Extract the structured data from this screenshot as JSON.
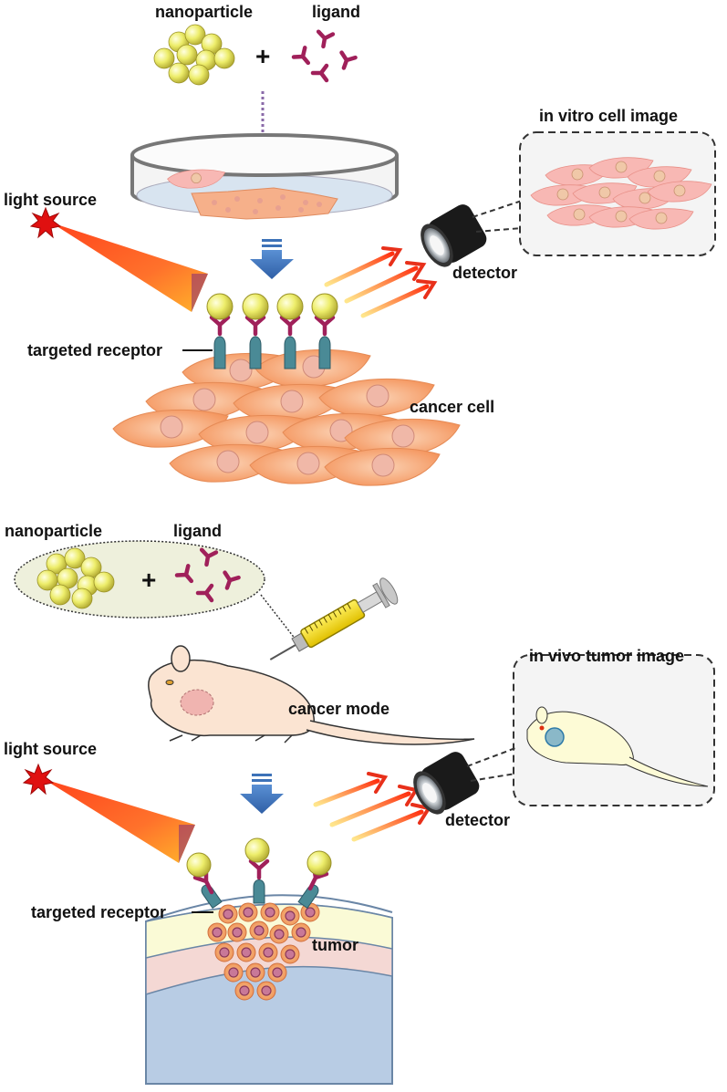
{
  "top": {
    "nanoparticle_label": "nanoparticle",
    "ligand_label": "ligand",
    "plus": "+",
    "light_source_label": "light source",
    "detector_label": "detector",
    "inset_title": "in vitro cell image",
    "receptor_label": "targeted receptor",
    "cancer_cell_label": "cancer cell"
  },
  "bottom": {
    "nanoparticle_label": "nanoparticle",
    "ligand_label": "ligand",
    "plus": "+",
    "cancer_model_label": "cancer mode",
    "inset_title": "in vivo tumor image",
    "light_source_label": "light source",
    "detector_label": "detector",
    "receptor_label": "targeted receptor",
    "tumor_label": "tumor"
  },
  "colors": {
    "nanoparticle": "#e8e85a",
    "ligand": "#a0205a",
    "receptor": "#4a8a96",
    "cell": "#f4a878",
    "arrow_blue": "#3d72b8",
    "beam": "#e8301a"
  }
}
